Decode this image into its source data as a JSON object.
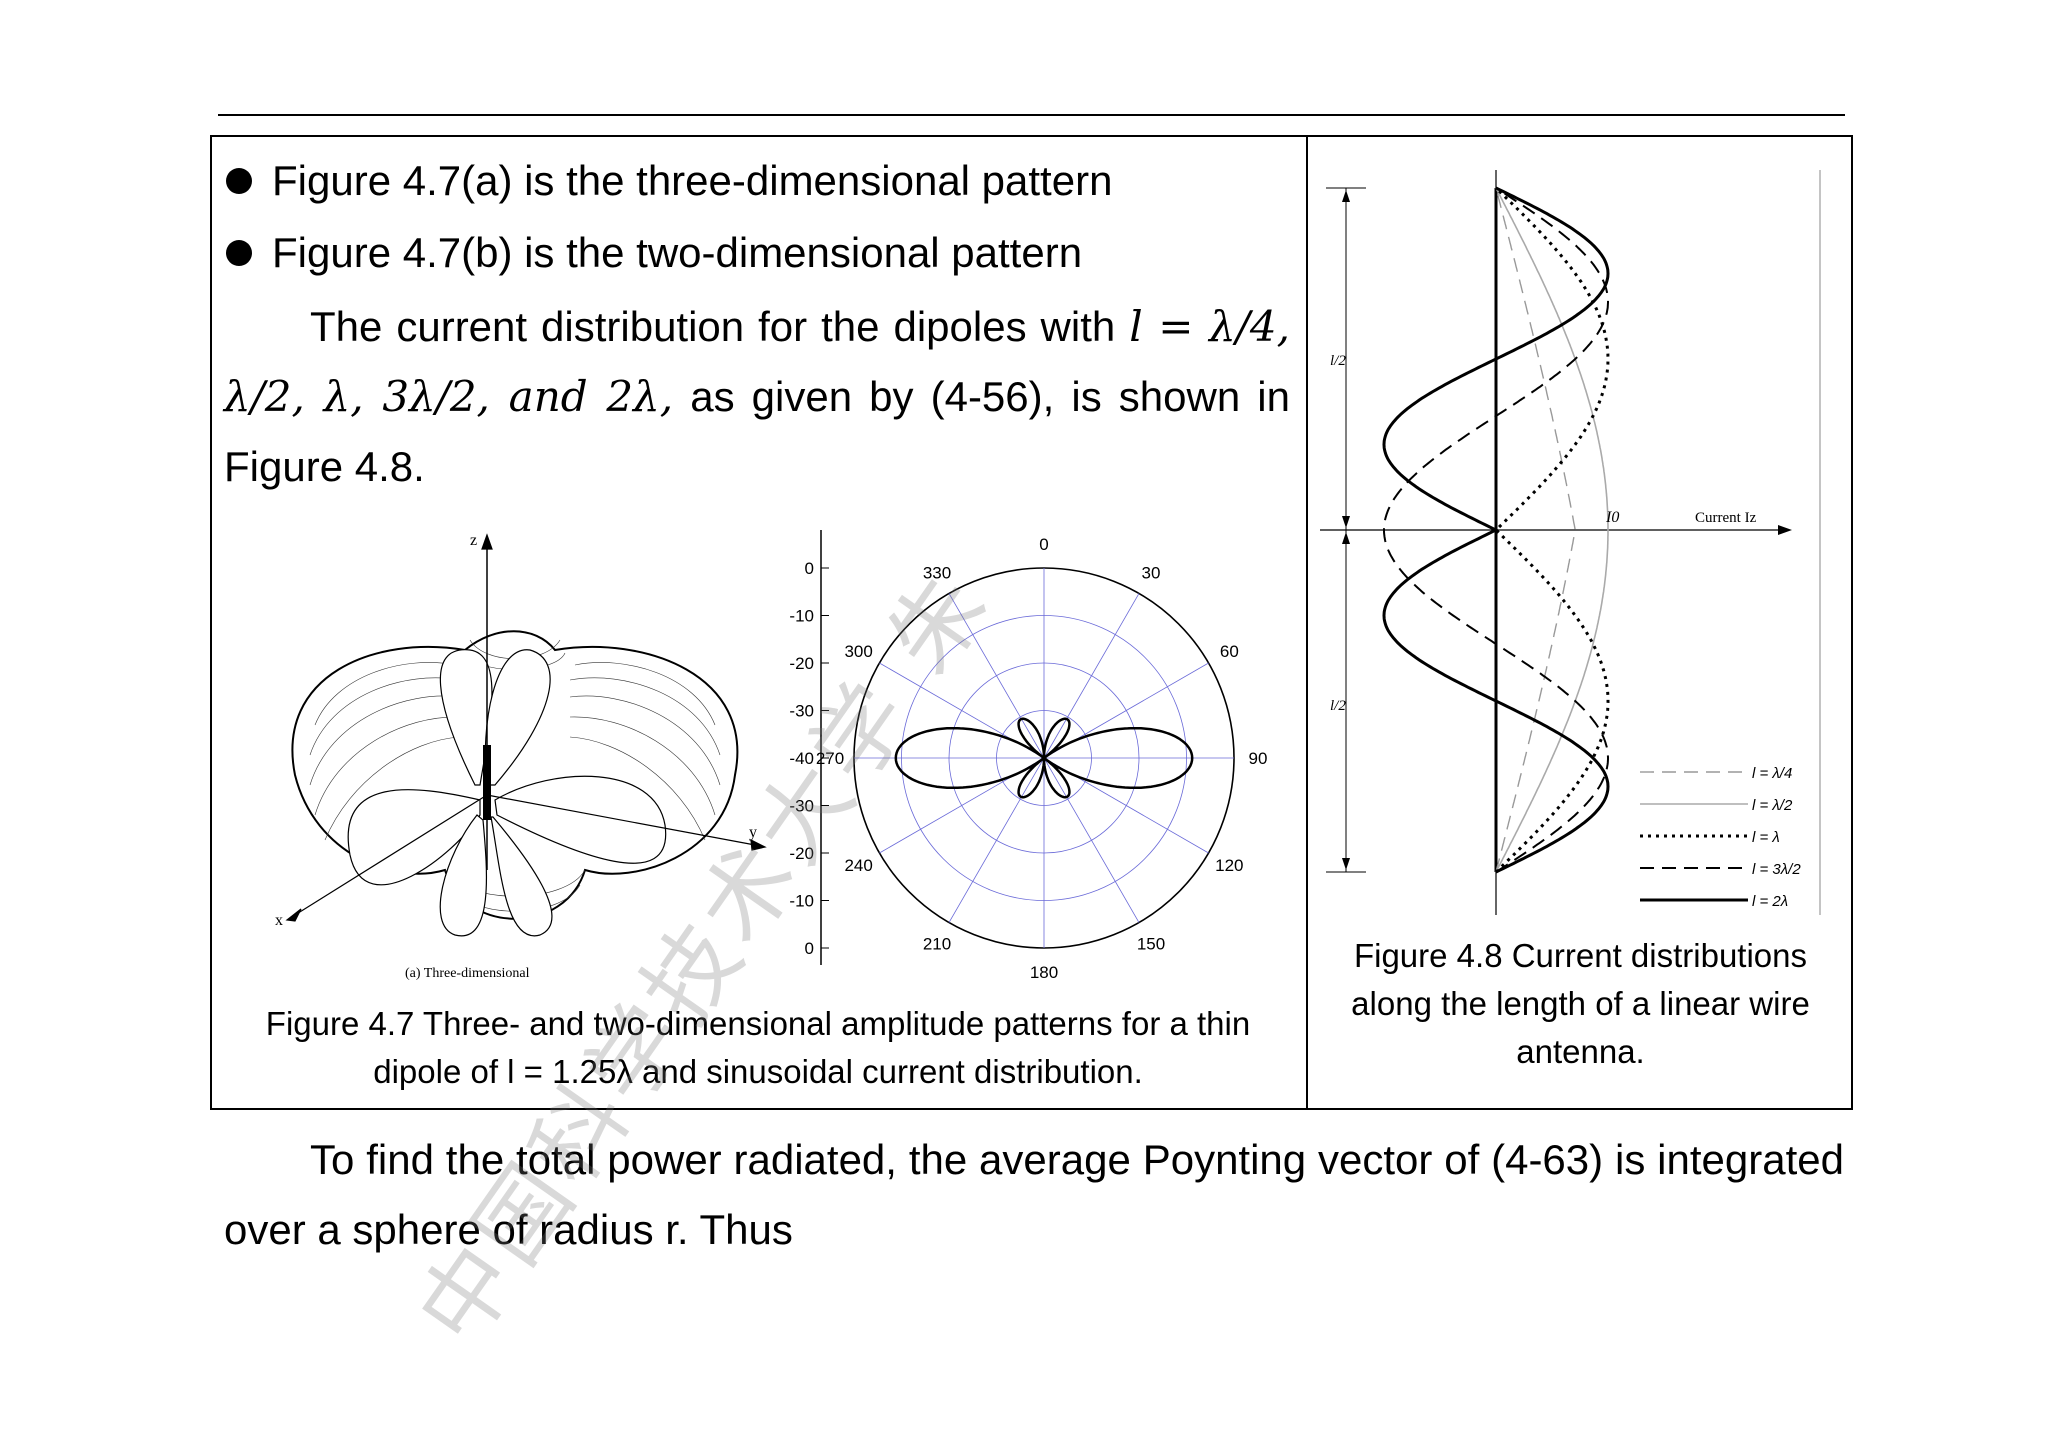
{
  "bullets": [
    "Figure 4.7(a) is the three-dimensional pattern",
    "Figure 4.7(b) is the two-dimensional pattern"
  ],
  "para1": {
    "lead": "The current distribution for the dipoles with",
    "math": "l = λ/4, λ/2, λ, 3λ/2, and 2λ,",
    "tail": "as given by (4-56), is shown in Figure 4.8."
  },
  "fig47": {
    "caption_line1": "Figure 4.7 Three- and two-dimensional amplitude patterns for a thin",
    "caption_line2": "dipole of l = 1.25λ and sinusoidal current distribution.",
    "sub_a_label": "(a) Three-dimensional",
    "axis_z": "z",
    "axis_y": "y",
    "axis_x": "x",
    "polar": {
      "radial_ticks": [
        "0",
        "-10",
        "-20",
        "-30",
        "-40",
        "-30",
        "-20",
        "-10",
        "0"
      ],
      "angle_labels": [
        "0",
        "30",
        "60",
        "90",
        "120",
        "150",
        "180",
        "210",
        "240",
        "270",
        "300",
        "330"
      ]
    }
  },
  "fig48": {
    "caption_line1": "Figure 4.8 Current distributions",
    "caption_line2": "along the length of a linear wire",
    "caption_line3": "antenna.",
    "half_top": "l/2",
    "half_bottom": "l/2",
    "i0": "I0",
    "current_label": "Current Iz",
    "legend": [
      "l = λ/4",
      "l = λ/2",
      "l = λ",
      "l = 3λ/2",
      "l = 2λ"
    ]
  },
  "body": "To find the total power radiated, the average Poynting vector of (4-63) is integrated over a sphere of radius r. Thus",
  "watermark": "中国科学技术大学 朱"
}
